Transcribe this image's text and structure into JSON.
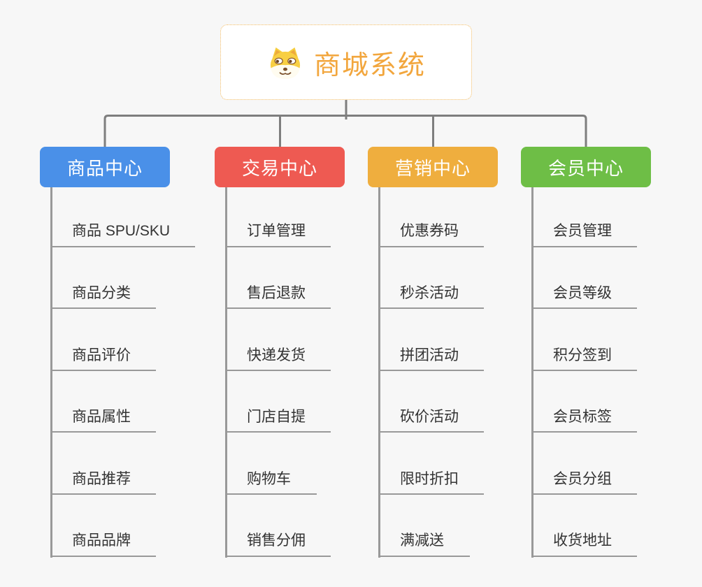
{
  "page": {
    "background": "#f7f7f7"
  },
  "root": {
    "title": "商城系统",
    "icon": "doge-icon",
    "text_color": "#f2a63d",
    "border_color": "#f3bb60"
  },
  "connector_color": "#7e7e7e",
  "leaf_line_color": "#999999",
  "branches": [
    {
      "label": "商品中心",
      "color": "#4a90e8",
      "items": [
        "商品 SPU/SKU",
        "商品分类",
        "商品评价",
        "商品属性",
        "商品推荐",
        "商品品牌"
      ]
    },
    {
      "label": "交易中心",
      "color": "#ee5a52",
      "items": [
        "订单管理",
        "售后退款",
        "快递发货",
        "门店自提",
        "购物车",
        "销售分佣"
      ]
    },
    {
      "label": "营销中心",
      "color": "#efae3e",
      "items": [
        "优惠券码",
        "秒杀活动",
        "拼团活动",
        "砍价活动",
        "限时折扣",
        "满减送"
      ]
    },
    {
      "label": "会员中心",
      "color": "#6ebe46",
      "items": [
        "会员管理",
        "会员等级",
        "积分签到",
        "会员标签",
        "会员分组",
        "收货地址"
      ]
    }
  ]
}
